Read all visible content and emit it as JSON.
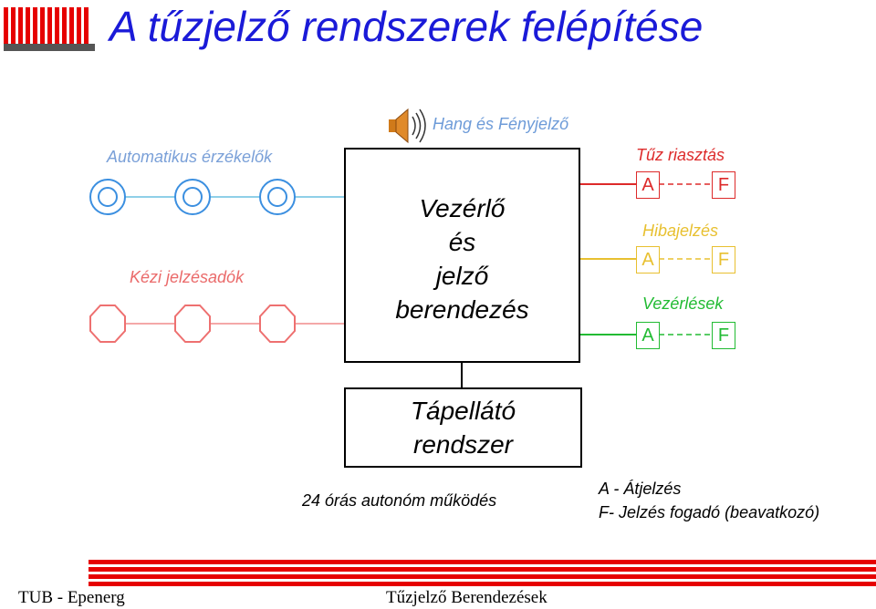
{
  "title": "A tűzjelző rendszerek felépítése",
  "left": {
    "automatic_label": "Automatikus érzékelők",
    "manual_label": "Kézi jelzésadók"
  },
  "center": {
    "sound_light_label": "Hang és Fényjelző",
    "controller_lines": [
      "Vezérlő",
      "és",
      "jelző",
      "berendezés"
    ],
    "power_lines": [
      "Tápellátó",
      "rendszer"
    ],
    "autonomy_label": "24 órás autonóm működés"
  },
  "right": {
    "fire_alarm_label": "Tűz riasztás",
    "fault_label": "Hibajelzés",
    "controls_label": "Vezérlések",
    "a_letter": "A",
    "f_letter": "F"
  },
  "legend": {
    "a_line": "A - Átjelzés",
    "f_line": "F- Jelzés fogadó (beavatkozó)"
  },
  "footer": {
    "left": "TUB - Epenerg",
    "center": "Tűzjelző Berendezések"
  },
  "colors": {
    "title": "#1a1ad8",
    "detector": "#3b8fe0",
    "manual": "#ee7070",
    "fire": "#dd2a2a",
    "fault": "#e8c030",
    "controls": "#22bb33",
    "footer_bar": "#e60000"
  },
  "icons": [
    "logo-icon",
    "speaker-icon",
    "detector-icon",
    "manual-call-point-icon"
  ]
}
